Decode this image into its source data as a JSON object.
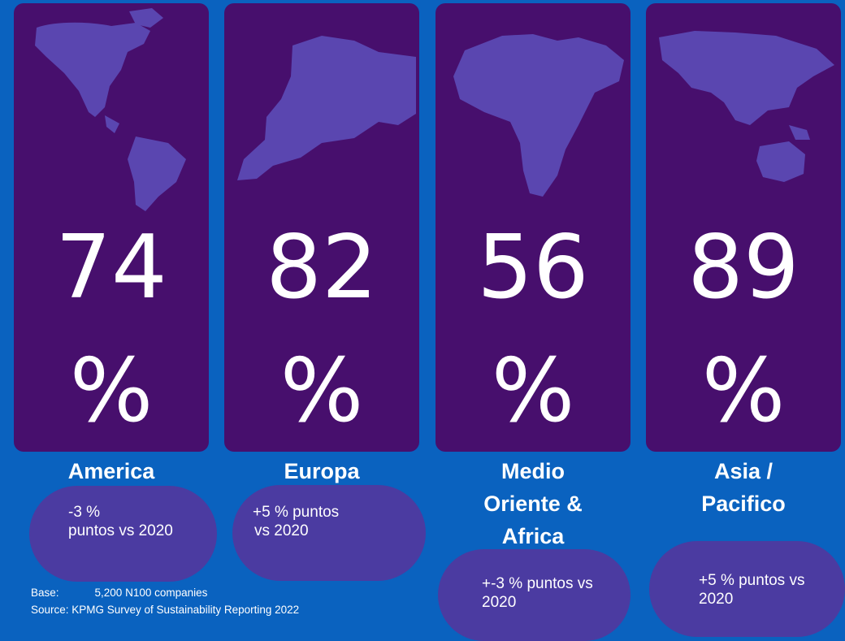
{
  "chart_data": {
    "type": "table",
    "unit": "%",
    "regions": [
      {
        "name": "America",
        "value": 74,
        "change_lines": [
          "-3 %",
          "puntos vs 2020"
        ]
      },
      {
        "name": "Europa",
        "value": 82,
        "change_lines": [
          "+5 % puntos",
          "vs 2020"
        ]
      },
      {
        "name_lines": [
          "Medio",
          "Oriente &",
          "Africa"
        ],
        "value": 56,
        "change_lines": [
          "+-3 % puntos vs",
          "2020"
        ]
      },
      {
        "name_lines": [
          "Asia /",
          "Pacifico"
        ],
        "value": 89,
        "change_lines": [
          "+5 % puntos vs",
          "2020"
        ]
      }
    ]
  },
  "footer": {
    "base_label": "Base:",
    "base_value": "5,200 N100 companies",
    "source": "Source: KPMG Survey of Sustainability Reporting 2022"
  },
  "colors": {
    "background": "#0a62bf",
    "card": "#470f6d",
    "map": "#5a46b0",
    "pill": "#4b3ba1",
    "text": "#ffffff"
  },
  "icons": [
    "americas-map-icon",
    "europe-map-icon",
    "africa-middle-east-map-icon",
    "asia-pacific-map-icon"
  ]
}
